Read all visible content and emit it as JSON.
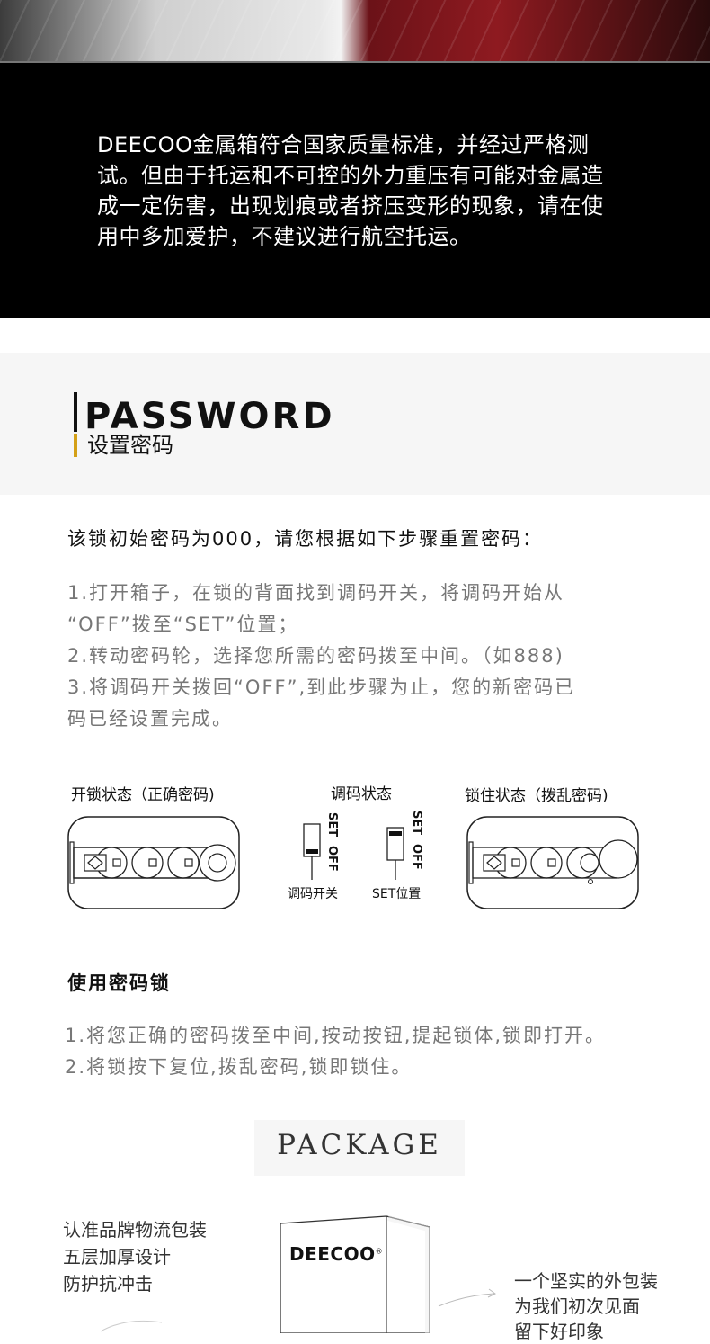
{
  "notice": {
    "text": "DEECOO金属箱符合国家质量标准，并经过严格测试。但由于托运和不可控的外力重压有可能对金属造成一定伤害，出现划痕或者挤压变形的现象，请在使用中多加爱护，不建议进行航空托运。"
  },
  "password": {
    "title": "PASSWORD",
    "subtitle": "设置密码",
    "intro": "该锁初始密码为000，请您根据如下步骤重置密码：",
    "steps": [
      "1.打开箱子，在锁的背面找到调码开关，将调码开始从",
      "“OFF”拨至“SET”位置；",
      "2.转动密码轮，选择您所需的密码拨至中间。（如888)",
      "3.将调码开关拨回“OFF”,到此步骤为止，您的新密码已",
      "码已经设置完成。"
    ],
    "diagram": {
      "unlocked_caption": "开锁状态（正确密码)",
      "setting_caption": "调码状态",
      "locked_caption": "锁住状态（拨乱密码)",
      "switch_label_set": "SET",
      "switch_label_off": "OFF",
      "switch_caption_1": "调码开关",
      "switch_caption_2": "SET位置"
    }
  },
  "use_lock": {
    "title": "使用密码锁",
    "steps": [
      "1.将您正确的密码拨至中间,按动按钮,提起锁体,锁即打开。",
      "2.将锁按下复位,拨乱密码,锁即锁住。"
    ]
  },
  "package": {
    "title": "PACKAGE",
    "left_lines": [
      "认准品牌物流包装",
      "五层加厚设计",
      "防护抗冲击"
    ],
    "right_lines": [
      "一个坚实的外包装",
      "为我们初次见面",
      "留下好印象"
    ],
    "box_brand": "DEECOO",
    "box_brand_mark": "®"
  }
}
